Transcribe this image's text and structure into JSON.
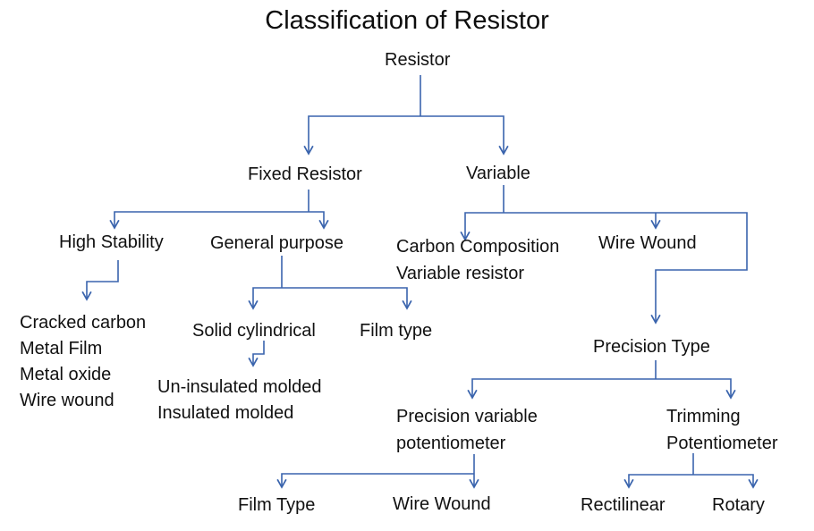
{
  "title": "Classification of Resistor",
  "colors": {
    "line_blue": "#3A64AD",
    "text": "#111111",
    "background": "#FFFFFF"
  },
  "tree": {
    "root_label": "Resistor",
    "fixed": {
      "label": "Fixed Resistor",
      "children": {
        "high_stability": {
          "label": "High Stability",
          "types": [
            "Cracked carbon",
            "Metal Film",
            "Metal oxide",
            "Wire wound"
          ]
        },
        "general_purpose": {
          "label": "General purpose",
          "children": {
            "solid_cylindrical": {
              "label": "Solid cylindrical",
              "types": [
                "Un-insulated molded",
                "Insulated molded"
              ]
            },
            "film_type": {
              "label": "Film type"
            }
          }
        }
      }
    },
    "variable": {
      "label": "Variable",
      "children": {
        "carbon_composition": {
          "lines": [
            "Carbon Composition",
            "Variable resistor"
          ]
        },
        "wire_wound": {
          "label": "Wire Wound",
          "precision_type": {
            "label": "Precision Type",
            "children": {
              "precision_variable_potentiometer": {
                "lines": [
                  "Precision variable",
                  "potentiometer"
                ],
                "types": [
                  "Film Type",
                  "Wire Wound"
                ]
              },
              "trimming_potentiometer": {
                "lines": [
                  "Trimming",
                  "Potentiometer"
                ],
                "types": [
                  "Rectilinear",
                  "Rotary"
                ]
              }
            }
          }
        }
      }
    }
  }
}
